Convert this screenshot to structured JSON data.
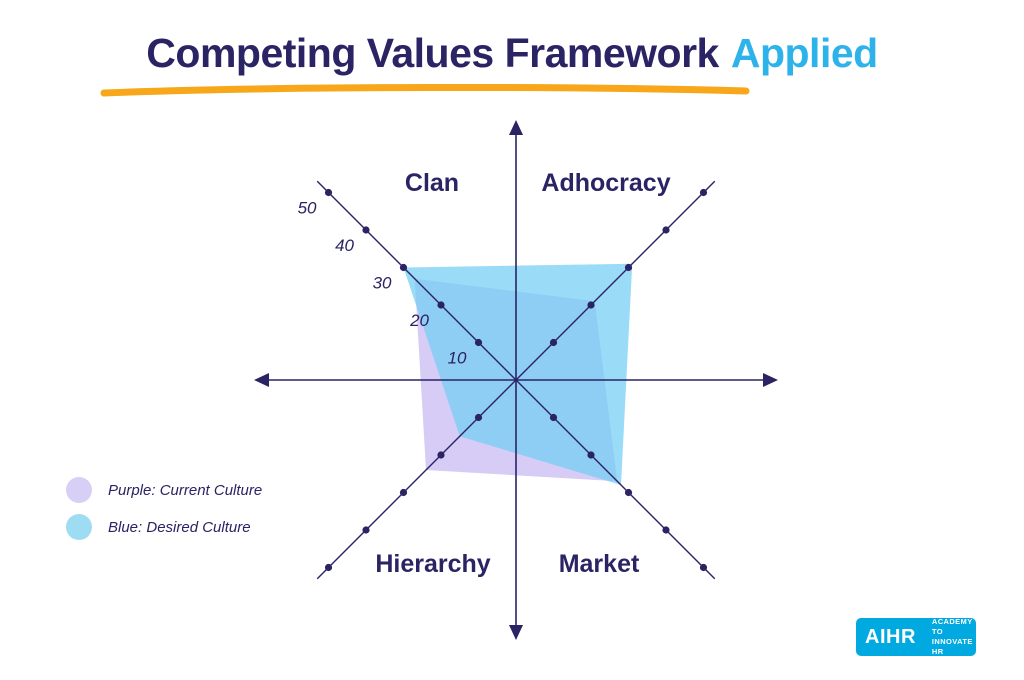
{
  "title": {
    "main": "Competing Values Framework",
    "accent": "Applied"
  },
  "colors": {
    "navy": "#2a2364",
    "accent_blue": "#2db3ea",
    "underline_yellow": "#f8a71b",
    "purple_fill": "#cfc3f3",
    "blue_fill": "#6fcdf3",
    "legend_purple": "#d8cff7",
    "legend_blue": "#9edcf4",
    "logo_blue": "#00a9e0"
  },
  "legend": {
    "items": [
      {
        "swatch": "purple",
        "label": "Purple: Current Culture"
      },
      {
        "swatch": "blue",
        "label": "Blue: Desired Culture"
      }
    ]
  },
  "logo": {
    "brand": "AIHR",
    "tagline_line1": "ACADEMY TO",
    "tagline_line2": "INNOVATE HR"
  },
  "chart_data": {
    "type": "radar",
    "title": "Competing Values Framework Applied",
    "quadrants": [
      {
        "label": "Clan",
        "position": "top-left"
      },
      {
        "label": "Adhocracy",
        "position": "top-right"
      },
      {
        "label": "Market",
        "position": "bottom-right"
      },
      {
        "label": "Hierarchy",
        "position": "bottom-left"
      }
    ],
    "axes": [
      "Clan",
      "Adhocracy",
      "Market",
      "Hierarchy"
    ],
    "ticks": [
      10,
      20,
      30,
      40,
      50
    ],
    "axis_max": 53,
    "legend_position": "bottom-left",
    "series": [
      {
        "name": "Current Culture",
        "color": "#cfc3f3",
        "opacity": 0.85,
        "values": {
          "Clan": 27,
          "Adhocracy": 21,
          "Market": 27,
          "Hierarchy": 24
        }
      },
      {
        "name": "Desired Culture",
        "color": "#6fcdf3",
        "opacity": 0.7,
        "values": {
          "Clan": 30,
          "Adhocracy": 31,
          "Market": 28,
          "Hierarchy": 15
        }
      }
    ]
  }
}
